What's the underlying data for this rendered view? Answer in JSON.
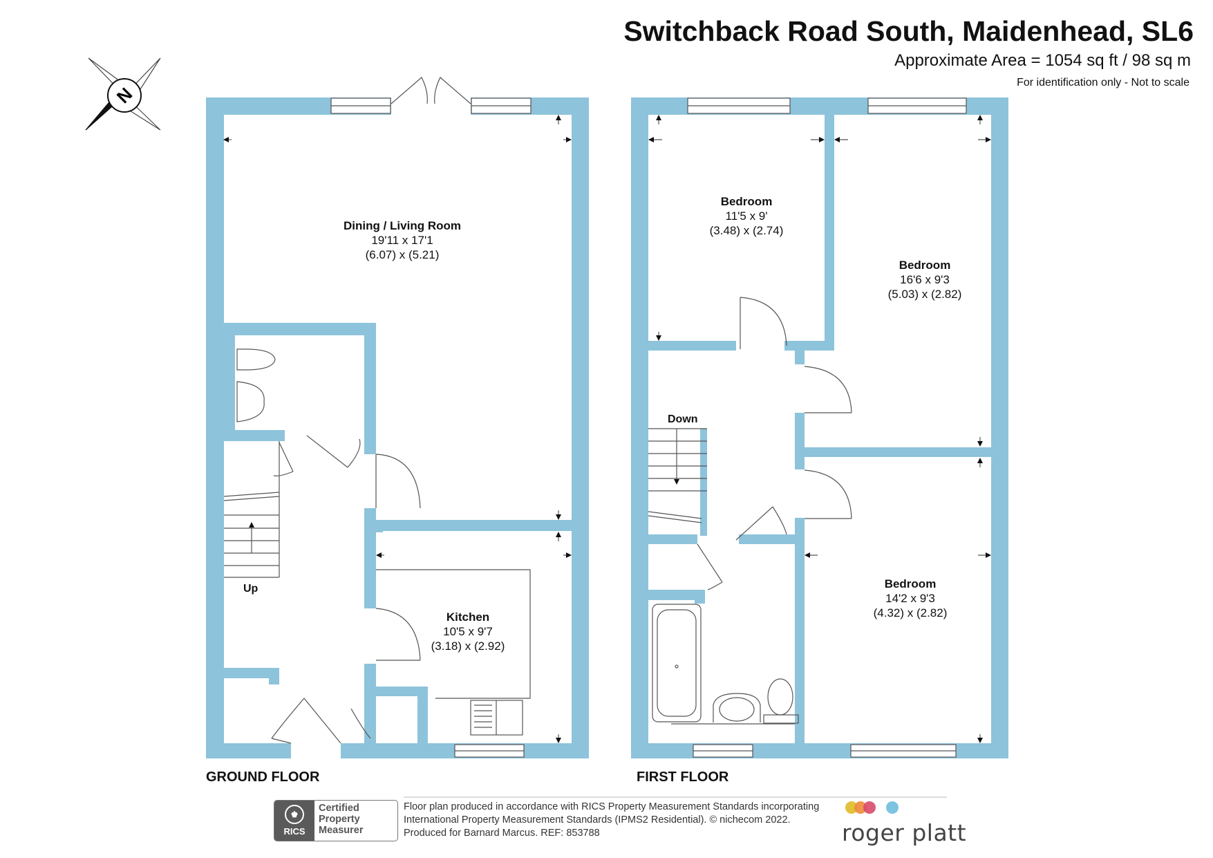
{
  "header": {
    "title": "Switchback Road South, Maidenhead, SL6",
    "area": "Approximate Area = 1054 sq ft / 98 sq m",
    "note": "For identification only - Not to scale"
  },
  "compass": {
    "label": "N",
    "icon": "north-compass-icon"
  },
  "colors": {
    "wall": "#8dc3db",
    "window": "#ffffff",
    "accent": "#111111"
  },
  "floors": {
    "ground": {
      "label": "GROUND FLOOR",
      "stairs": "Up",
      "rooms": [
        {
          "name": "Dining / Living Room",
          "imperial": "19'11 x 17'1",
          "metric": "(6.07) x (5.21)"
        },
        {
          "name": "Kitchen",
          "imperial": "10'5 x 9'7",
          "metric": "(3.18) x (2.92)"
        }
      ]
    },
    "first": {
      "label": "FIRST FLOOR",
      "stairs": "Down",
      "rooms": [
        {
          "name": "Bedroom",
          "imperial": "11'5 x 9'",
          "metric": "(3.48) x (2.74)"
        },
        {
          "name": "Bedroom",
          "imperial": "16'6 x 9'3",
          "metric": "(5.03) x (2.82)"
        },
        {
          "name": "Bedroom",
          "imperial": "14'2 x 9'3",
          "metric": "(4.32) x (2.82)"
        }
      ]
    }
  },
  "footer": {
    "badge": {
      "logo": "RICS",
      "line1": "Certified",
      "line2": "Property",
      "line3": "Measurer"
    },
    "text_line1": "Floor plan produced in accordance with RICS Property Measurement Standards incorporating",
    "text_line2": "International Property Measurement Standards (IPMS2 Residential).   © nichecom 2022.",
    "text_line3": "Produced for Barnard Marcus.   REF:  853788",
    "brand": "roger platt",
    "brand_colors": [
      "#e2c23a",
      "#ee8a3a",
      "#d84a6a",
      "#7cc4e2"
    ]
  }
}
